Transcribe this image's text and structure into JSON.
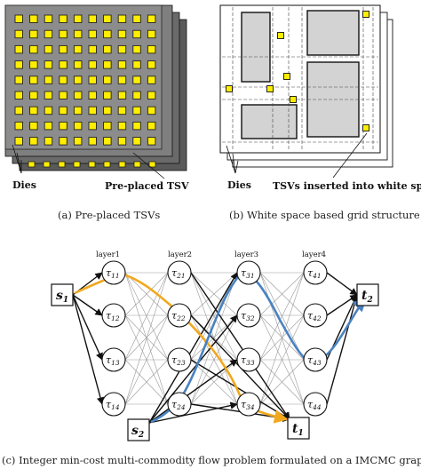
{
  "panel_a": {
    "caption": "(a) Pre-placed TSVs",
    "label_dies": "Dies",
    "label_tsv": "Pre-placed TSV",
    "colors": {
      "die": "#7f7f7f",
      "tsv": "#ffee00"
    }
  },
  "panel_b": {
    "caption": "(b) White space based grid structure",
    "label_dies": "Dies",
    "label_tsv": "TSVs inserted into white space",
    "colors": {
      "block": "#d3d3d3",
      "tsv": "#ffee00"
    }
  },
  "panel_c": {
    "caption": "(c) Integer min-cost multi-commodity flow problem formulated on a IMCMC graph",
    "layers": [
      "layer1",
      "layer2",
      "layer3",
      "layer4"
    ],
    "source1": "s",
    "source1_sub": "1",
    "source2": "s",
    "source2_sub": "2",
    "sink1": "t",
    "sink1_sub": "1",
    "sink2": "t",
    "sink2_sub": "2",
    "nodes": [
      [
        "11",
        "12",
        "13",
        "14"
      ],
      [
        "21",
        "22",
        "23",
        "24"
      ],
      [
        "31",
        "32",
        "33",
        "34"
      ],
      [
        "41",
        "42",
        "43",
        "44"
      ]
    ],
    "node_symbol": "τ",
    "colors": {
      "path1": "#f2a81d",
      "path2": "#4a82c0"
    }
  }
}
